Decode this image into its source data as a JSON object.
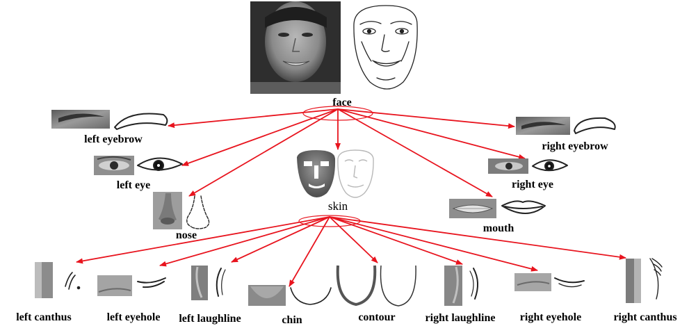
{
  "root": {
    "label": "face",
    "photo_icon": "face-photo",
    "sketch_icon": "face-sketch"
  },
  "skin": {
    "label": "skin",
    "photo_icon": "skin-mask",
    "sketch_icon": "skin-sketch"
  },
  "face_children": [
    {
      "id": "left-eyebrow",
      "label": "left eyebrow",
      "photo_icon": "eyebrow-photo",
      "sketch_icon": "eyebrow-sketch"
    },
    {
      "id": "left-eye",
      "label": "left eye",
      "photo_icon": "eye-photo",
      "sketch_icon": "eye-sketch"
    },
    {
      "id": "nose",
      "label": "nose",
      "photo_icon": "nose-photo",
      "sketch_icon": "nose-sketch"
    },
    {
      "id": "skin",
      "label": "skin"
    },
    {
      "id": "mouth",
      "label": "mouth",
      "photo_icon": "mouth-photo",
      "sketch_icon": "mouth-sketch"
    },
    {
      "id": "right-eye",
      "label": "right eye",
      "photo_icon": "eye-photo",
      "sketch_icon": "eye-sketch"
    },
    {
      "id": "right-eyebrow",
      "label": "right eyebrow",
      "photo_icon": "eyebrow-photo",
      "sketch_icon": "eyebrow-sketch"
    }
  ],
  "skin_children": [
    {
      "id": "left-canthus",
      "label": "left canthus"
    },
    {
      "id": "left-eyehole",
      "label": "left eyehole"
    },
    {
      "id": "left-laughline",
      "label": "left laughline"
    },
    {
      "id": "chin",
      "label": "chin"
    },
    {
      "id": "contour",
      "label": "contour"
    },
    {
      "id": "right-laughline",
      "label": "right laughline"
    },
    {
      "id": "right-eyehole",
      "label": "right eyehole"
    },
    {
      "id": "right-canthus",
      "label": "right canthus"
    }
  ],
  "colors": {
    "arrow": "#e8141e",
    "label": "#000000",
    "photo_dark": "#3a3a3a",
    "photo_mid": "#8c8c8c",
    "photo_light": "#c4c4c4"
  }
}
